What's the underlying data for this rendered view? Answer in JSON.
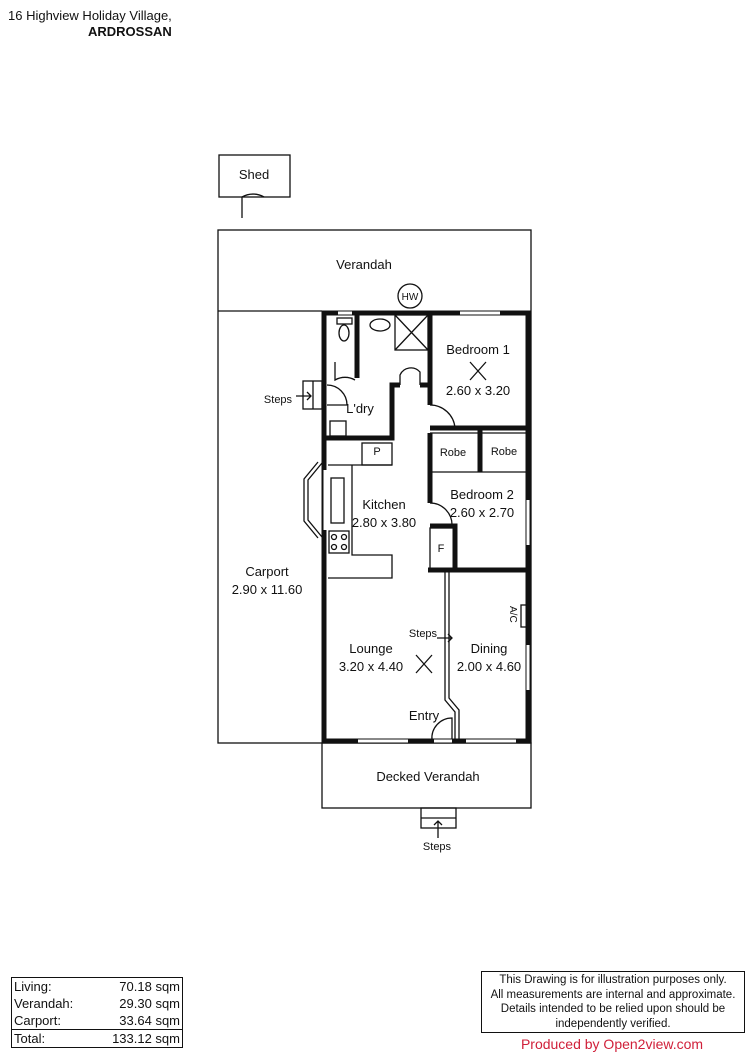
{
  "header": {
    "address": "16 Highview Holiday Village,",
    "town": "ARDROSSAN"
  },
  "rooms": {
    "shed": "Shed",
    "verandah": "Verandah",
    "hw": "HW",
    "bedroom1": {
      "name": "Bedroom 1",
      "size": "2.60 x 3.20"
    },
    "steps_side": "Steps",
    "laundry": "L'dry",
    "pantry": "P",
    "robe1": "Robe",
    "robe2": "Robe",
    "kitchen": {
      "name": "Kitchen",
      "size": "2.80 x 3.80"
    },
    "bedroom2": {
      "name": "Bedroom 2",
      "size": "2.60 x 2.70"
    },
    "fridge": "F",
    "carport": {
      "name": "Carport",
      "size": "2.90 x 11.60"
    },
    "ac": "A/C",
    "steps_inner": "Steps",
    "lounge": {
      "name": "Lounge",
      "size": "3.20 x 4.40"
    },
    "dining": {
      "name": "Dining",
      "size": "2.00 x 4.60"
    },
    "entry": "Entry",
    "decked_verandah": "Decked Verandah",
    "steps_front": "Steps"
  },
  "areas": [
    {
      "label": "Living:",
      "value": "70.18 sqm"
    },
    {
      "label": "Verandah:",
      "value": "29.30 sqm"
    },
    {
      "label": "Carport:",
      "value": "33.64 sqm"
    }
  ],
  "total": {
    "label": "Total:",
    "value": "133.12 sqm"
  },
  "disclaimer": [
    "This Drawing is for illustration purposes only.",
    "All measurements are internal and  approximate.",
    "Details intended to be relied upon should be",
    "independently verified."
  ],
  "credit": "Produced by Open2view.com",
  "colors": {
    "wall": "#111111",
    "credit": "#d0203a"
  }
}
